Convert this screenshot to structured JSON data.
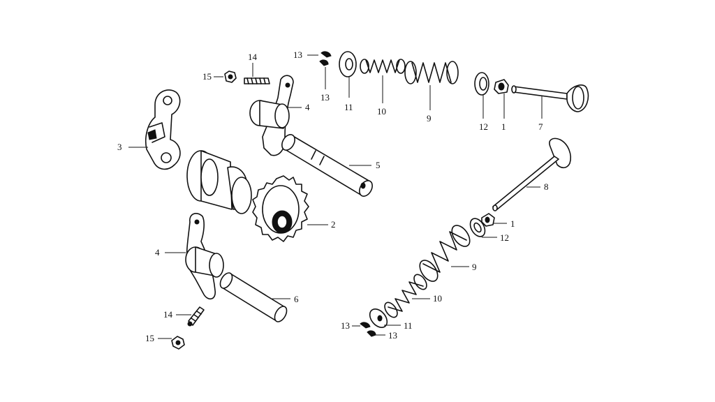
{
  "callouts": {
    "c1_top": "1",
    "c1_bottom": "1",
    "c2": "2",
    "c3": "3",
    "c4_top": "4",
    "c4_bottom": "4",
    "c5": "5",
    "c6": "6",
    "c7": "7",
    "c8": "8",
    "c9_top": "9",
    "c9_bottom": "9",
    "c10_top": "10",
    "c10_bottom": "10",
    "c11_top": "11",
    "c11_bottom": "11",
    "c12_top": "12",
    "c12_bottom": "12",
    "c13_top_a": "13",
    "c13_top_b": "13",
    "c13_bottom_a": "13",
    "c13_bottom_b": "13",
    "c14_top": "14",
    "c14_bottom": "14",
    "c15_top": "15",
    "c15_bottom": "15"
  }
}
